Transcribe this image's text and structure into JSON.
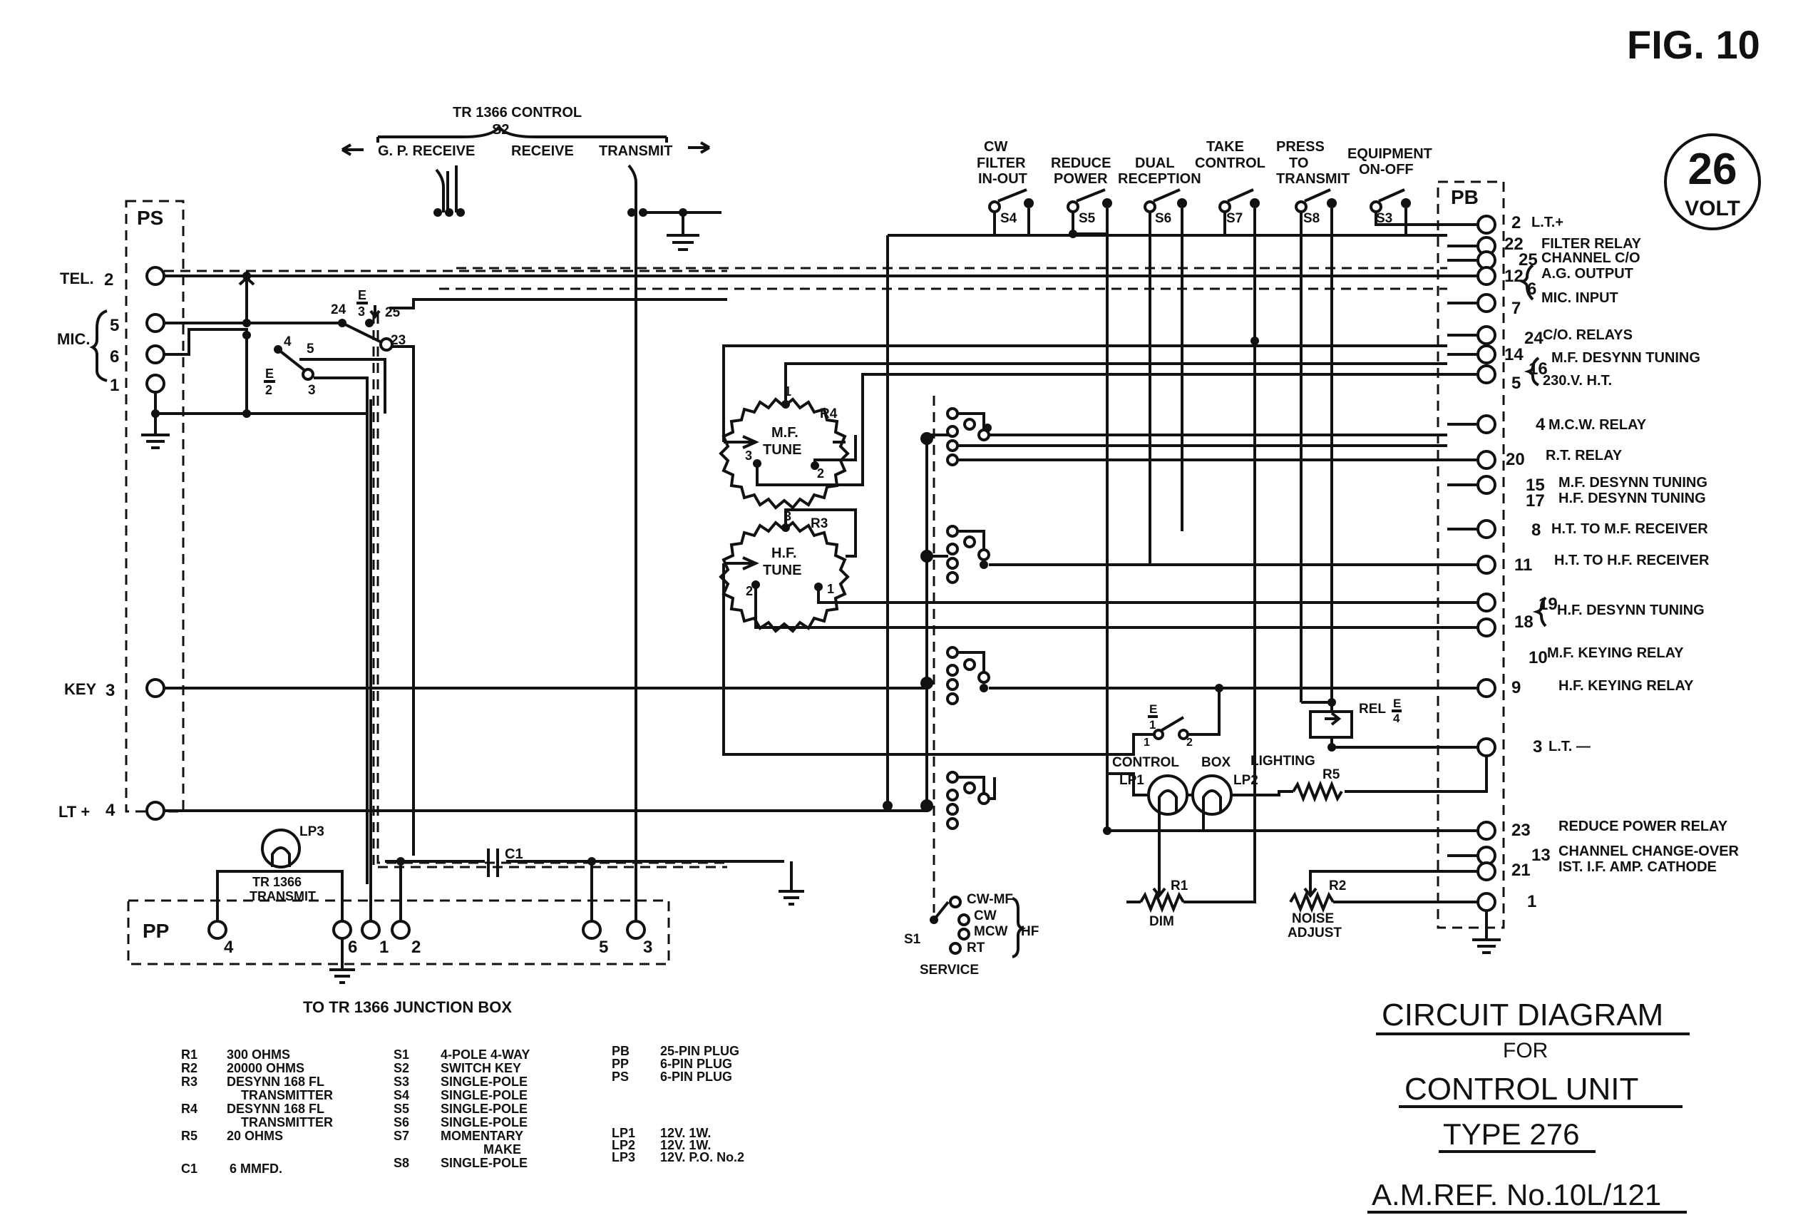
{
  "fig": "FIG. 10",
  "volt": {
    "num": "26",
    "unit": "VOLT"
  },
  "title": {
    "line1": "CIRCUIT DIAGRAM",
    "line2": "FOR",
    "line3": "CONTROL UNIT",
    "line4": "TYPE 276",
    "line5": "A.M.REF. No.10L/121"
  },
  "tr_control": {
    "title": "TR 1366 CONTROL",
    "s2": "S2",
    "gp": "G. P. RECEIVE",
    "receive": "RECEIVE",
    "transmit": "TRANSMIT"
  },
  "ps": {
    "label": "PS",
    "tel": "TEL.",
    "tel_n": "2",
    "mic": "MIC.",
    "mic_5": "5",
    "mic_6": "6",
    "mic_1": "1",
    "key": "KEY",
    "key_n": "3",
    "lt": "LT +",
    "lt_n": "4"
  },
  "relay_e3": {
    "e": "E",
    "den": "3",
    "p24": "24",
    "p25": "25",
    "p23": "23"
  },
  "relay_e2": {
    "e": "E",
    "den": "2",
    "p4": "4",
    "p5": "5",
    "p3": "3"
  },
  "switches": [
    {
      "label": "CW\nFILTER\nIN-OUT",
      "id": "S4"
    },
    {
      "label": "REDUCE\nPOWER",
      "id": "S5"
    },
    {
      "label": "DUAL\nRECEPTION",
      "id": "S6"
    },
    {
      "label": "TAKE\nCONTROL",
      "id": "S7"
    },
    {
      "label": "PRESS\nTO\nTRANSMIT",
      "id": "S8"
    },
    {
      "label": "EQUIPMENT\nON-OFF",
      "id": "S3"
    }
  ],
  "pb": {
    "label": "PB",
    "pins": [
      {
        "num": "2",
        "text": "L.T.+"
      },
      {
        "num": "22",
        "text": "FILTER RELAY"
      },
      {
        "num": "25",
        "text": "CHANNEL C/O"
      },
      {
        "num": "12",
        "text": "A.G. OUTPUT"
      },
      {
        "num": "6",
        "text": ""
      },
      {
        "num": "7",
        "text": "MIC. INPUT"
      },
      {
        "num": "24",
        "text": "C/O. RELAYS"
      },
      {
        "num": "14",
        "text": "M.F. DESYNN TUNING"
      },
      {
        "num": "16",
        "text": ""
      },
      {
        "num": "5",
        "text": "230.V. H.T."
      },
      {
        "num": "4",
        "text": "M.C.W. RELAY"
      },
      {
        "num": "20",
        "text": "R.T. RELAY"
      },
      {
        "num": "15",
        "text": "M.F. DESYNN TUNING"
      },
      {
        "num": "17",
        "text": "H.F. DESYNN TUNING"
      },
      {
        "num": "8",
        "text": "H.T. TO M.F. RECEIVER"
      },
      {
        "num": "11",
        "text": "H.T. TO H.F. RECEIVER"
      },
      {
        "num": "19",
        "text": "H.F. DESYNN TUNING"
      },
      {
        "num": "18",
        "text": ""
      },
      {
        "num": "10",
        "text": "M.F. KEYING RELAY"
      },
      {
        "num": "9",
        "text": "H.F. KEYING RELAY"
      },
      {
        "num": "3",
        "text": "L.T. —"
      },
      {
        "num": "23",
        "text": "REDUCE POWER RELAY"
      },
      {
        "num": "13",
        "text": "CHANNEL CHANGE-OVER"
      },
      {
        "num": "21",
        "text": "IST. I.F. AMP. CATHODE"
      },
      {
        "num": "1",
        "text": ""
      }
    ]
  },
  "mf_tune": {
    "line1": "M.F.",
    "line2": "TUNE",
    "id": "R4",
    "p1": "1",
    "p2": "2",
    "p3": "3"
  },
  "hf_tune": {
    "line1": "H.F.",
    "line2": "TUNE",
    "id": "R3",
    "p1": "1",
    "p2": "2",
    "p3": "3"
  },
  "relay_e4": {
    "rel": "REL",
    "e": "E",
    "den": "4"
  },
  "switch_e1": {
    "e": "E",
    "den": "1",
    "p1": "1",
    "p2": "2"
  },
  "lighting": {
    "control": "CONTROL",
    "box": "BOX",
    "lighting": "LIGHTING",
    "lp1": "LP1",
    "lp2": "LP2",
    "r5": "R5"
  },
  "r1": {
    "id": "R1",
    "label": "DIM"
  },
  "r2": {
    "id": "R2",
    "label1": "NOISE",
    "label2": "ADJUST"
  },
  "s1": {
    "id": "S1",
    "cwmf": "CW-MF",
    "cw": "CW",
    "mcw": "MCW",
    "rt": "RT",
    "hf": "HF",
    "service": "SERVICE"
  },
  "c1": "C1",
  "lp3": {
    "id": "LP3",
    "line1": "TR 1366",
    "line2": "TRANSMIT"
  },
  "pp": {
    "label": "PP",
    "p4": "4",
    "p6": "6",
    "p1": "1",
    "p2": "2",
    "p5": "5",
    "p3": "3"
  },
  "junction": "TO TR 1366 JUNCTION BOX",
  "legend_col1": [
    {
      "id": "R1",
      "value": "300 OHMS"
    },
    {
      "id": "R2",
      "value": "20000 OHMS"
    },
    {
      "id": "R3",
      "value": "DESYNN 168 FL"
    },
    {
      "id": "",
      "value": "TRANSMITTER"
    },
    {
      "id": "R4",
      "value": "DESYNN 168 FL"
    },
    {
      "id": "",
      "value": "TRANSMITTER"
    },
    {
      "id": "R5",
      "value": "20 OHMS"
    },
    {
      "id": "C1",
      "value": "6 MMFD."
    }
  ],
  "legend_col2": [
    {
      "id": "S1",
      "value": "4-POLE 4-WAY"
    },
    {
      "id": "S2",
      "value": "SWITCH KEY"
    },
    {
      "id": "S3",
      "value": "SINGLE-POLE"
    },
    {
      "id": "S4",
      "value": "SINGLE-POLE"
    },
    {
      "id": "S5",
      "value": "SINGLE-POLE"
    },
    {
      "id": "S6",
      "value": "SINGLE-POLE"
    },
    {
      "id": "S7",
      "value": "MOMENTARY"
    },
    {
      "id": "",
      "value": "MAKE"
    },
    {
      "id": "S8",
      "value": "SINGLE-POLE"
    }
  ],
  "legend_col3": [
    {
      "id": "PB",
      "value": "25-PIN PLUG"
    },
    {
      "id": "PP",
      "value": "6-PIN PLUG"
    },
    {
      "id": "PS",
      "value": "6-PIN PLUG"
    },
    {
      "id": "LP1",
      "value": "12V. 1W."
    },
    {
      "id": "LP2",
      "value": "12V. 1W."
    },
    {
      "id": "LP3",
      "value": "12V. P.O. No.2"
    }
  ]
}
